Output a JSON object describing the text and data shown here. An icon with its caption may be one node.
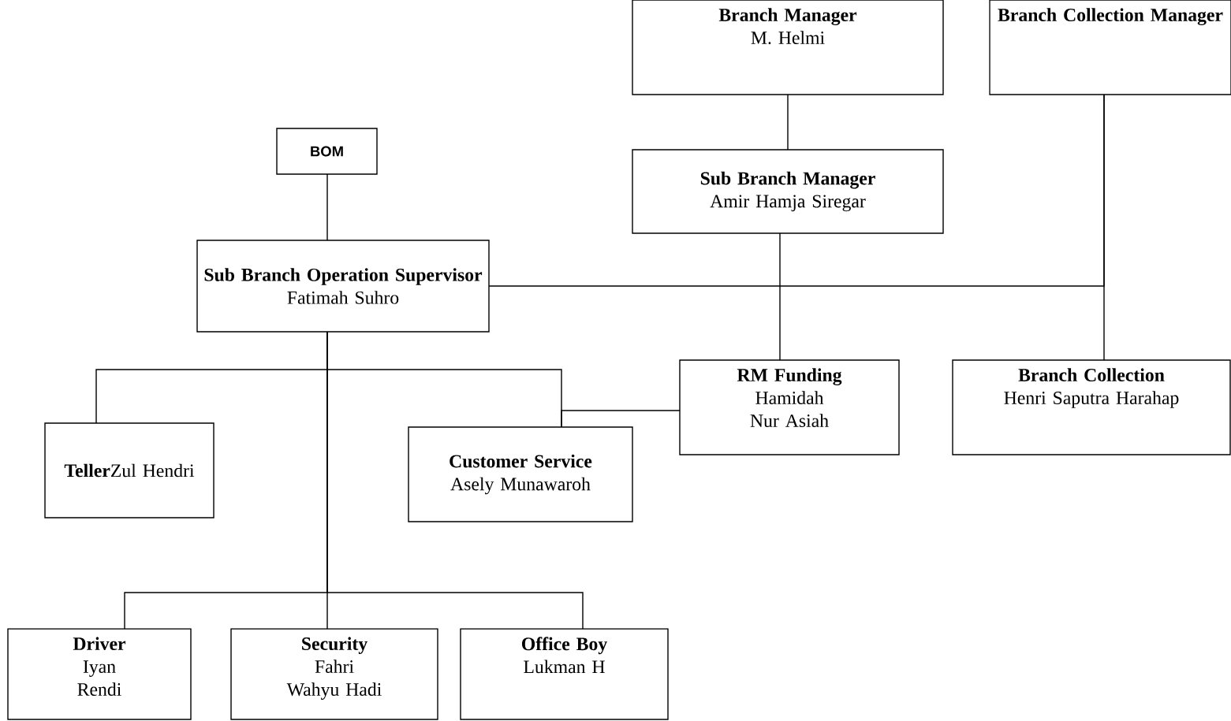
{
  "diagram": {
    "nodes": [
      {
        "text": [
          "Branch Manager",
          "M. Helmi"
        ]
      },
      {
        "text": [
          "Branch Collection Manager"
        ]
      },
      {
        "text": [
          "BOM"
        ]
      },
      {
        "text": [
          "Sub Branch Manager",
          "Amir Hamja Siregar"
        ]
      },
      {
        "text": [
          "Sub Branch Operation Supervisor",
          "Fatimah Suhro"
        ]
      },
      {
        "text": [
          "**Teller**Zul Hendri"
        ]
      },
      {
        "text": [
          "Customer Service",
          "Asely Munawaroh"
        ]
      },
      {
        "text": [
          "RM Funding",
          "Hamidah",
          "Nur Asiah"
        ]
      },
      {
        "text": [
          "**Branch Collection** Henri Saputra Harahap"
        ]
      },
      {
        "text": [
          "Driver",
          "Iyan",
          "Rendi"
        ]
      },
      {
        "text": [
          "Security",
          "Fahri",
          "Wahyu Hadi"
        ]
      },
      {
        "text": [
          "Office Boy",
          "Lukman H"
        ]
      }
    ],
    "edges": [
      {
        "from": 0,
        "to": 3,
        "arrow": "none"
      },
      {
        "from": 2,
        "to": 4,
        "arrow": "none"
      },
      {
        "from": 3,
        "to": 7,
        "arrow": "none"
      },
      {
        "from": 1,
        "to": 8,
        "arrow": "none"
      },
      {
        "from": 4,
        "to": 1,
        "arrow": "none"
      },
      {
        "from": 4,
        "to": 5,
        "arrow": "none"
      },
      {
        "from": 4,
        "to": 6,
        "arrow": "none"
      },
      {
        "from": 7,
        "to": 6,
        "arrow": "none"
      },
      {
        "from": 4,
        "to": 9,
        "arrow": "none"
      },
      {
        "from": 4,
        "to": 10,
        "arrow": "none"
      },
      {
        "from": 4,
        "to": 11,
        "arrow": "none"
      }
    ]
  }
}
